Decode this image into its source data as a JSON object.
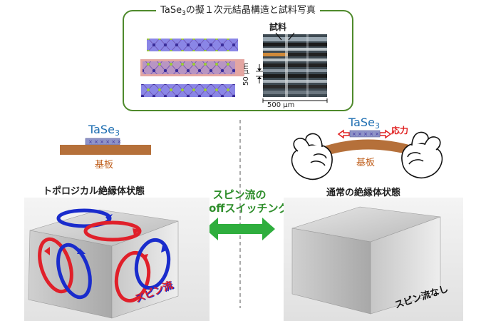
{
  "top_panel": {
    "title_pre": "TaSe",
    "title_sub": "3",
    "title_post": "の擬１次元結晶構造と試料写真",
    "sample_label": "試料",
    "scale_50": "50 μm",
    "scale_500": "500 μm"
  },
  "left_device": {
    "material_pre": "TaSe",
    "material_sub": "3",
    "substrate": "基板"
  },
  "right_device": {
    "material_pre": "TaSe",
    "material_sub": "3",
    "stress": "応力",
    "substrate": "基板"
  },
  "center": {
    "line1": "スピン流の",
    "line2": "on/offスイッチング"
  },
  "left_state": {
    "title": "トポロジカル絶縁体状態",
    "spin_label": "スピン流"
  },
  "right_state": {
    "title": "通常の絶縁体状態",
    "no_spin_label": "スピン流なし"
  },
  "colors": {
    "frame_green": "#4f8a2c",
    "material_blue": "#1f6fb2",
    "substrate_brown": "#b5703a",
    "substrate_text": "#c0601e",
    "stress_red": "#e02020",
    "arrow_green": "#2fae3e",
    "spin_red": "#e0202a",
    "spin_blue": "#1a2ccc"
  }
}
